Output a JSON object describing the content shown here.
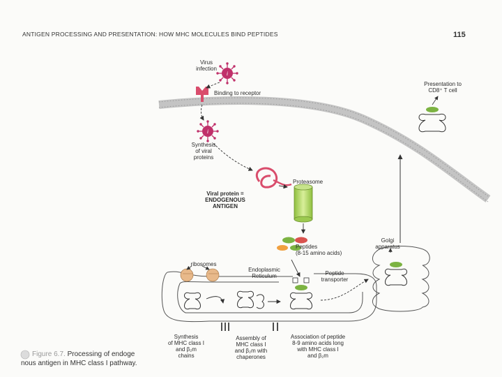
{
  "header": {
    "title": "ANTIGEN PROCESSING AND PRESENTATION: HOW MHC MOLECULES BIND PEPTIDES",
    "page_number": "115"
  },
  "labels": {
    "virus_infection": "Virus\ninfection",
    "binding_to_receptor": "Binding to receptor",
    "presentation": "Presentation to\nCD8⁺ T cell",
    "synthesis_viral": "Synthesis\nof viral\nproteins",
    "proteasome": "Proteasome",
    "viral_protein": "Viral protein =\nENDOGENOUS\nANTIGEN",
    "golgi": "Golgi\napparatus",
    "peptides": "Peptides\n(8-15 amino acids)",
    "ribosomes": "ribosomes",
    "er": "Endoplasmic\nReticulum",
    "peptide_transporter": "Peptide\ntransporter",
    "synthesis_mhc": "Synthesis\nof MHC class I\nand β₂m\nchains",
    "assembly_mhc": "Assembly of\nMHC class I\nand β₂m with\nchaperones",
    "association_peptide": "Association of peptide\n8-9 amino acids long\nwith MHC class I\nand β₂m"
  },
  "caption": {
    "figure_label": "Figure 6.7.",
    "text_line1": "Processing of endoge",
    "text_line2": "nous antigen in MHC class I pathway."
  },
  "colors": {
    "virus": "#c0306a",
    "receptor": "#d94d6c",
    "membrane": "#b9b9b9",
    "proteasome": "#b7d96a",
    "peptide_green": "#7cb342",
    "peptide_red": "#d9534f",
    "peptide_orange": "#f0a040",
    "ribosome": "#e8b98a",
    "line": "#333333"
  }
}
